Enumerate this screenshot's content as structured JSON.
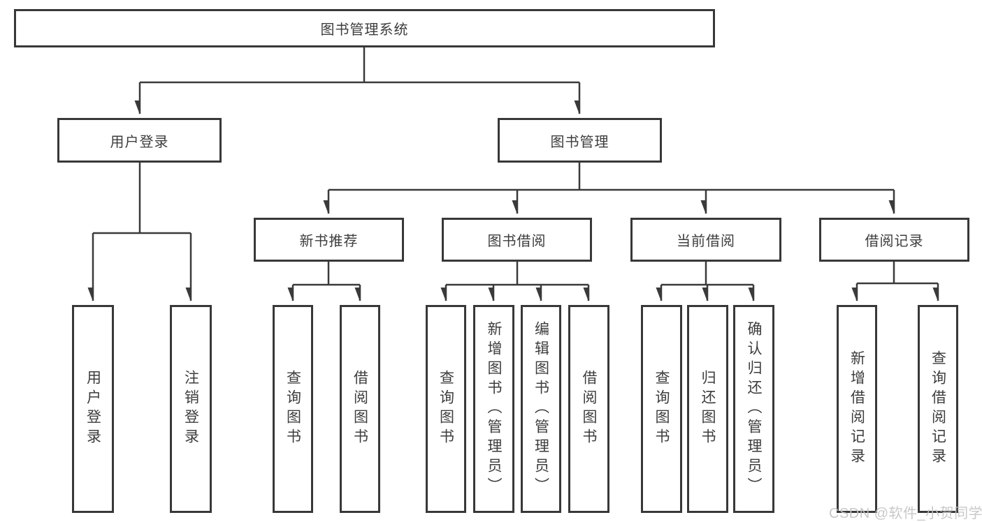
{
  "diagram": {
    "title": "图书管理系统",
    "watermark": "CSDN @软件_小贺同学",
    "colors": {
      "line": "#3a3a3a",
      "box_border": "#383838",
      "box_fill": "#ffffff",
      "text": "#3d3d3d",
      "watermark": "#c3c3c3"
    },
    "nodes": {
      "root": "图书管理系统",
      "user_login": "用户登录",
      "book_mgmt": "图书管理",
      "new_book_rec": "新书推荐",
      "book_borrow": "图书借阅",
      "current_borrow": "当前借阅",
      "borrow_records": "借阅记录",
      "leaf_user_login": "用户登录",
      "leaf_logout": "注销登录",
      "leaf_query_books_1": "查询图书",
      "leaf_borrow_books_1": "借阅图书",
      "leaf_query_books_2": "查询图书",
      "leaf_add_book_admin": "新增图书（管理员）",
      "leaf_edit_book_admin": "编辑图书（管理员）",
      "leaf_borrow_books_2": "借阅图书",
      "leaf_query_books_3": "查询图书",
      "leaf_return_books": "归还图书",
      "leaf_confirm_return_admin": "确认归还（管理员）",
      "leaf_add_borrow_record": "新增借阅记录",
      "leaf_query_borrow_record": "查询借阅记录"
    },
    "hierarchy": [
      {
        "parent": "root",
        "children": [
          "user_login",
          "book_mgmt"
        ]
      },
      {
        "parent": "user_login",
        "children": [
          "leaf_user_login",
          "leaf_logout"
        ]
      },
      {
        "parent": "book_mgmt",
        "children": [
          "new_book_rec",
          "book_borrow",
          "current_borrow",
          "borrow_records"
        ]
      },
      {
        "parent": "new_book_rec",
        "children": [
          "leaf_query_books_1",
          "leaf_borrow_books_1"
        ]
      },
      {
        "parent": "book_borrow",
        "children": [
          "leaf_query_books_2",
          "leaf_add_book_admin",
          "leaf_edit_book_admin",
          "leaf_borrow_books_2"
        ]
      },
      {
        "parent": "current_borrow",
        "children": [
          "leaf_query_books_3",
          "leaf_return_books",
          "leaf_confirm_return_admin"
        ]
      },
      {
        "parent": "borrow_records",
        "children": [
          "leaf_add_borrow_record",
          "leaf_query_borrow_record"
        ]
      }
    ]
  }
}
